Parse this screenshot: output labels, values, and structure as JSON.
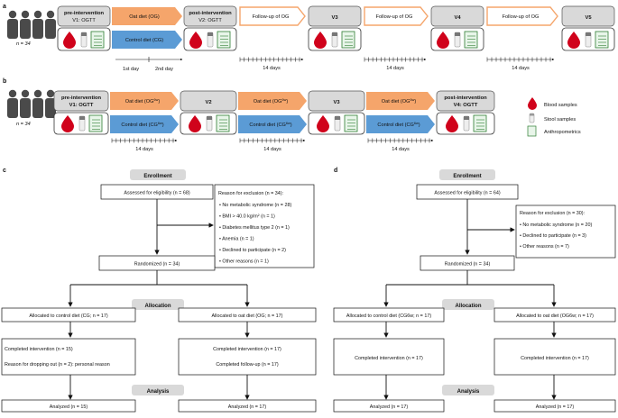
{
  "panel_a": {
    "letter": "a",
    "n_label": "n = 34",
    "pre": {
      "line1": "pre-intervention",
      "line2": "V1: OGTT"
    },
    "post": {
      "line1": "post-intervention",
      "line2": "V2: OGTT"
    },
    "oat_diet": "Oat diet (OG)",
    "control_diet": "Control diet (CG)",
    "day1": "1st day",
    "day2": "2nd day",
    "followup_label": "Follow-up of OG",
    "v3": "V3",
    "v4": "V4",
    "v5": "V5",
    "days14": "14 days"
  },
  "panel_b": {
    "letter": "b",
    "n_label": "n = 34",
    "pre": {
      "line1": "pre-intervention",
      "line2": "V1: OGTT"
    },
    "v2": "V2",
    "v3": "V3",
    "post": {
      "line1": "post-intervention",
      "line2": "V4: OGTT"
    },
    "oat_diet": "Oat diet (OG",
    "oat_sup": "6w",
    "control_diet": "Control diet (CG",
    "control_sup": "6w",
    "close_paren": ")",
    "days14": "14 days"
  },
  "legend": {
    "blood": "Blood samples",
    "stool": "Stool samples",
    "anthro": "Anthropometrics"
  },
  "panel_c": {
    "letter": "c",
    "enrollment": "Enrollment",
    "assessed": "Assessed for eligibility (n = 68)",
    "exclusion_title": "Reason for exclusion (n = 34):",
    "exclusion_items": [
      "No metabolic syndrome (n = 28)",
      "BMI > 40.0 kg/m² (n = 1)",
      "Diabetes mellitus type 2 (n = 1)",
      "Anemia (n = 1)",
      "Declined to participate (n = 2)",
      "Other reasons (n = 1)"
    ],
    "randomized": "Randomized (n = 34)",
    "allocation": "Allocation",
    "alloc_control": "Allocated to control diet (CG; n = 17)",
    "alloc_oat": "Allocated to oat diet (OG; n = 17)",
    "completed_control": "Completed intervention (n = 15)",
    "dropout": "Reason for dropping out (n = 2): personal reason",
    "completed_oat": "Completed intervention (n = 17)",
    "completed_followup": "Completed follow-up (n = 17)",
    "analysis": "Analysis",
    "analyzed_control": "Analyzed (n = 15)",
    "analyzed_oat": "Analyzed (n = 17)"
  },
  "panel_d": {
    "letter": "d",
    "enrollment": "Enrollment",
    "assessed": "Assessed for eligibility (n = 64)",
    "exclusion_title": "Reason for exclusion (n = 30):",
    "exclusion_items": [
      "No metabolic syndrome (n = 20)",
      "Declined to participate (n = 3)",
      "Other reasons (n = 7)"
    ],
    "randomized": "Randomized (n = 34)",
    "allocation": "Allocation",
    "alloc_control": "Allocated to control diet (CG6w; n = 17)",
    "alloc_oat": "Allocated to oat diet (OG6w; n = 17)",
    "completed_control": "Completed intervention (n = 17)",
    "completed_oat": "Completed intervention (n = 17)",
    "analysis": "Analysis",
    "analyzed_control": "Analyzed (n = 17)",
    "analyzed_oat": "Analyzed (n = 17)"
  },
  "colors": {
    "oat": "#f5a56b",
    "control": "#5b9bd5",
    "blood": "#d0021b",
    "box_grey": "#d9d9d9",
    "anthro": "#2e7d32"
  }
}
